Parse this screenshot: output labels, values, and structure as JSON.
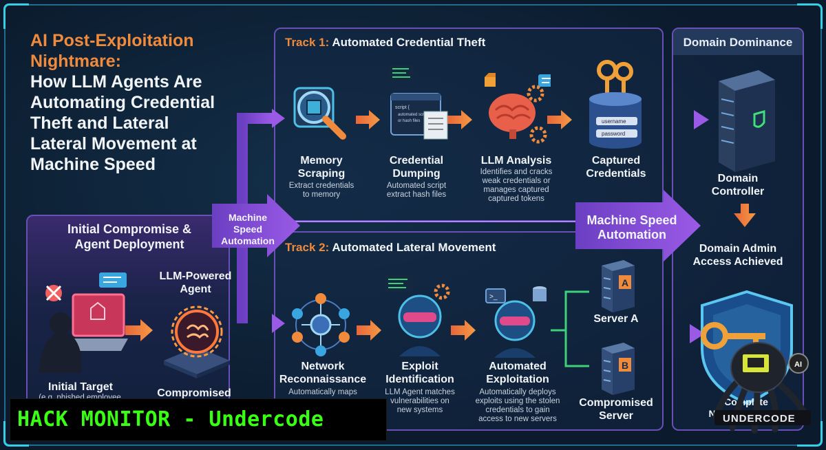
{
  "title": {
    "line1": "AI Post-Exploitation",
    "line2": "Nightmare:",
    "line3": "How LLM Agents Are",
    "line4": "Automating Credential",
    "line5": "Theft and Lateral",
    "line6": "Lateral Movement at",
    "line7": "Machine Speed"
  },
  "track1": {
    "prefix": "Track 1:",
    "title": "Automated Credential Theft",
    "steps": [
      {
        "label1": "Memory",
        "label2": "Scraping",
        "desc1": "Extract credentials",
        "desc2": "to memory",
        "desc3": "",
        "desc4": ""
      },
      {
        "label1": "Credential",
        "label2": "Dumping",
        "desc1": "Automated script",
        "desc2": "extract hash files",
        "desc3": "",
        "desc4": ""
      },
      {
        "label1": "LLM Analysis",
        "label2": "",
        "desc1": "Identifies and cracks",
        "desc2": "weak credentials or",
        "desc3": "manages captured",
        "desc4": "captured tokens"
      },
      {
        "label1": "Captured",
        "label2": "Credentials",
        "desc1": "",
        "desc2": "",
        "desc3": "",
        "desc4": ""
      }
    ],
    "script_text": [
      "script {",
      "automated script",
      "or hash files"
    ],
    "field_username": "username",
    "field_password": "password"
  },
  "track2": {
    "prefix": "Track 2:",
    "title": "Automated Lateral Movement",
    "steps": [
      {
        "label1": "Network",
        "label2": "Reconnaissance",
        "desc1": "Automatically maps",
        "desc2": "...",
        "desc3": "",
        "desc4": ""
      },
      {
        "label1": "Exploit",
        "label2": "Identification",
        "desc1": "LLM Agent matches",
        "desc2": "vulnerabilities on",
        "desc3": "new systems",
        "desc4": ""
      },
      {
        "label1": "Automated",
        "label2": "Exploitation",
        "desc1": "Automatically deploys",
        "desc2": "exploits using the stolen",
        "desc3": "credentials to gain",
        "desc4": "access to new servers"
      }
    ],
    "server_a": "Server A",
    "server_a_letter": "A",
    "server_b_letter": "B",
    "compromised_server1": "Compromised",
    "compromised_server2": "Server"
  },
  "initial": {
    "title1": "Initial Compromise &",
    "title2": "Agent Deployment",
    "agent1": "LLM-Powered",
    "agent2": "Agent",
    "target1": "Initial Target",
    "target2": "(e.g. phished employee",
    "compromised": "Compromised"
  },
  "machine_speed_small": {
    "l1": "Machine",
    "l2": "Speed",
    "l3": "Automation"
  },
  "machine_speed_big": {
    "l1": "Machine Speed",
    "l2": "Automation"
  },
  "domain": {
    "title": "Domain Dominance",
    "controller1": "Domain",
    "controller2": "Controller",
    "admin1": "Domain Admin",
    "admin2": "Access Achieved",
    "network_control1": "Complete",
    "network_control2": "Network Control"
  },
  "banner": "HACK MONITOR - Undercode",
  "logo": {
    "text": "UNDERCODE",
    "badge": "AI"
  },
  "colors": {
    "accent_orange": "#f08a3c",
    "arrow_purple": "#8a4fd8",
    "frame_cyan": "#35d0e6",
    "banner_green": "#39ff14"
  }
}
